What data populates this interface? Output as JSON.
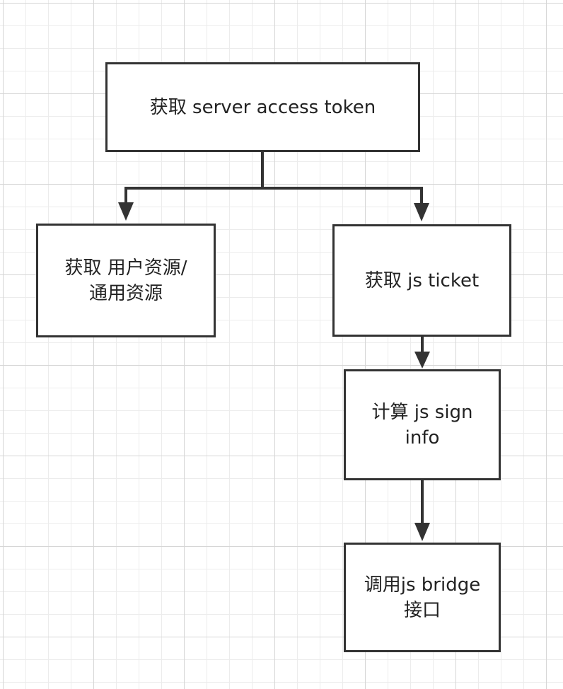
{
  "diagram": {
    "line_color": "#333333",
    "nodes": {
      "server_token": "获取 server access token",
      "user_resource": "获取 用户资源/\n通用资源",
      "js_ticket": "获取 js ticket",
      "js_sign": "计算 js sign\ninfo",
      "js_bridge": "调用js bridge\n接口"
    },
    "edges": [
      {
        "from": "server_token",
        "to": "user_resource"
      },
      {
        "from": "server_token",
        "to": "js_ticket"
      },
      {
        "from": "js_ticket",
        "to": "js_sign"
      },
      {
        "from": "js_sign",
        "to": "js_bridge"
      }
    ]
  }
}
